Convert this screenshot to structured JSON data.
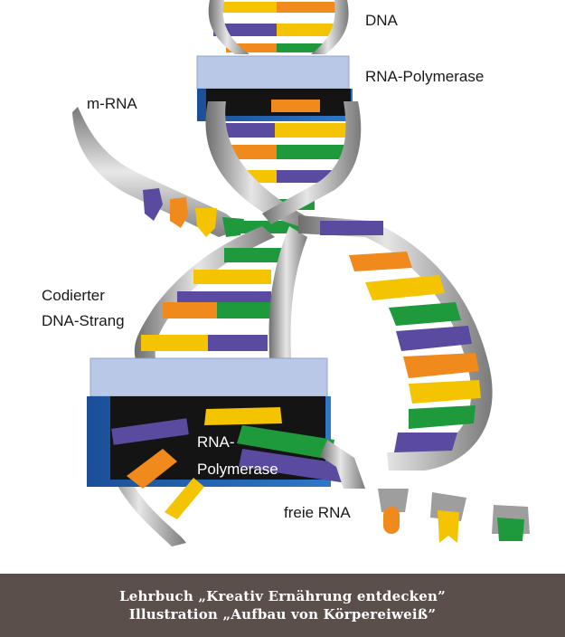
{
  "labels": {
    "dna": "DNA",
    "rna_polymerase_top": "RNA-Polymerase",
    "mrna": "m-RNA",
    "coded_strand_line1": "Codierter",
    "coded_strand_line2": "DNA-Strang",
    "rna_polymerase_bottom_line1": "RNA-",
    "rna_polymerase_bottom_line2": "Polymerase",
    "free_rna": "freie RNA"
  },
  "footer": {
    "line1": "Lehrbuch „Kreativ Ernährung entdecken”",
    "line2": "Illustration „Aufbau von Körpereiweiß”"
  },
  "colors": {
    "orange": "#f08a1c",
    "green": "#1e9a3c",
    "purple": "#5a4aa0",
    "yellow": "#f5c400",
    "backbone": "#a9a9a9",
    "enzyme_light": "#b9c8e6",
    "enzyme_blue": "#1f5fb0",
    "footer_bg": "#5a4f4a"
  }
}
